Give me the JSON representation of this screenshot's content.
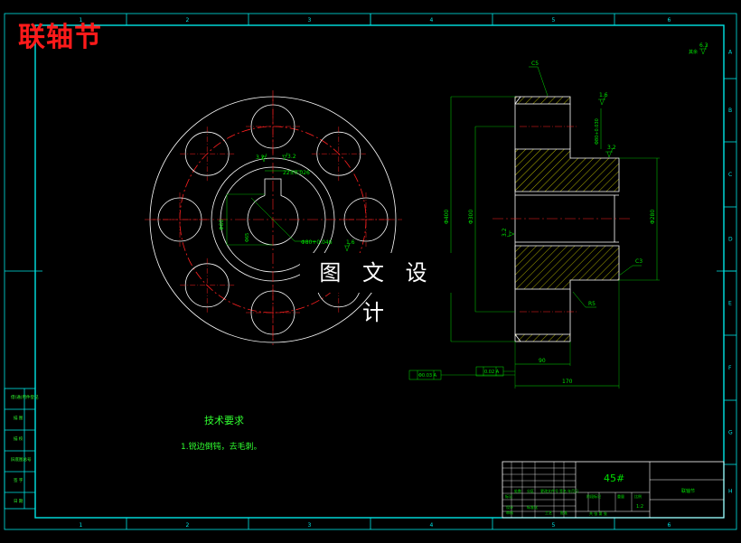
{
  "title": "联轴节",
  "watermark": "图 文 设 计",
  "colors": {
    "frame": "#00e5e5",
    "outline": "#ffffff",
    "center": "#ff2020",
    "hatch": "#d8d800",
    "dimension": "#00e000",
    "note": "#30ff30",
    "title": "#ff1a1a"
  },
  "grid": {
    "columns": [
      "1",
      "2",
      "3",
      "4",
      "5",
      "6"
    ],
    "rows": [
      "A",
      "B",
      "C",
      "D",
      "E",
      "F",
      "G",
      "H"
    ]
  },
  "front_view": {
    "dims": {
      "keyway": "22±0.026",
      "bore": "Φ80",
      "hole": "Φ65",
      "hole_pcd": "Φ80+0.046",
      "rough_1": "3.2",
      "rough_2": "3.2",
      "rough_3": "1.6"
    }
  },
  "side_view": {
    "dims": {
      "chamfer_top": "C5",
      "chamfer_bottom": "C3",
      "dia_outer": "Φ400",
      "dia_mid": "Φ300",
      "dia_hub": "Φ280",
      "dia_tol": "Φ80+0.030",
      "rough_top": "1.6",
      "rough_hub": "3.2",
      "rough_bore": "3.2",
      "fillet": "R5",
      "width_hub": "90",
      "width_total": "170"
    },
    "tolerances": {
      "runout": "Φ0.03  A",
      "flatness": "0.02  A"
    }
  },
  "surface_finish": "6.3",
  "surface_finish_note": "其余",
  "tech": {
    "heading": "技术要求",
    "items": [
      "1.锐边倒钝，去毛刺。"
    ]
  },
  "left_strip": [
    "借(通)用件登记",
    "描  图",
    "描  校",
    "旧底图总号",
    "签  字",
    "日  期"
  ],
  "title_block": {
    "material": "45#",
    "company": "",
    "drawing_name": "联轴节",
    "labels": [
      "标记",
      "处数",
      "分区",
      "更改文件号",
      "签名",
      "年月日"
    ],
    "row_labels": [
      "设计",
      "标准化",
      "审核",
      "工艺",
      "批准"
    ],
    "stage_label": "阶段标记",
    "weight_label": "重量",
    "scale_label": "比例",
    "scale": "1:2",
    "sheet": "共  张  第  张"
  }
}
